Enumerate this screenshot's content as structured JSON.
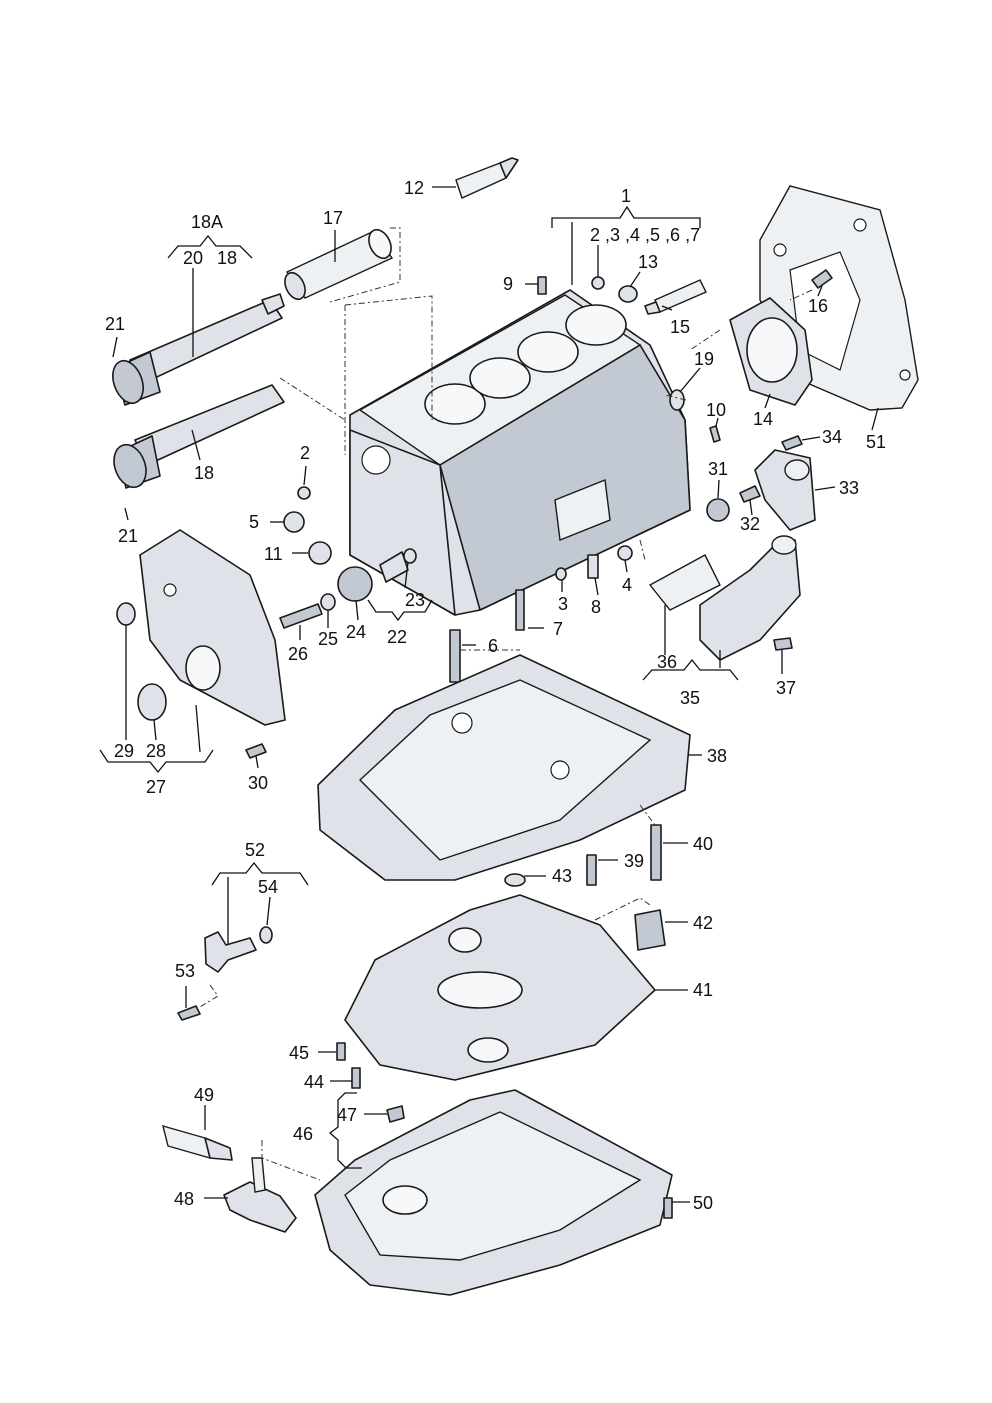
{
  "labels": {
    "l1": "1",
    "l2_7": "2 ,3 ,4 ,5 ,6 ,7",
    "l2": "2",
    "l3": "3",
    "l4": "4",
    "l5": "5",
    "l6": "6",
    "l7": "7",
    "l8": "8",
    "l9": "9",
    "l10": "10",
    "l11": "11",
    "l12": "12",
    "l13": "13",
    "l14": "14",
    "l15": "15",
    "l16": "16",
    "l17": "17",
    "l18": "18",
    "l18a": "18A",
    "l18b": "18",
    "l19": "19",
    "l20": "20",
    "l21a": "21",
    "l21b": "21",
    "l22": "22",
    "l23": "23",
    "l24": "24",
    "l25": "25",
    "l26": "26",
    "l27": "27",
    "l28": "28",
    "l29": "29",
    "l30": "30",
    "l31": "31",
    "l32": "32",
    "l33": "33",
    "l34": "34",
    "l35": "35",
    "l36": "36",
    "l37": "37",
    "l38": "38",
    "l39": "39",
    "l40": "40",
    "l41": "41",
    "l42": "42",
    "l43": "43",
    "l44": "44",
    "l45": "45",
    "l46": "46",
    "l47": "47",
    "l48": "48",
    "l49": "49",
    "l50": "50",
    "l51": "51",
    "l52": "52",
    "l53": "53",
    "l54": "54"
  }
}
